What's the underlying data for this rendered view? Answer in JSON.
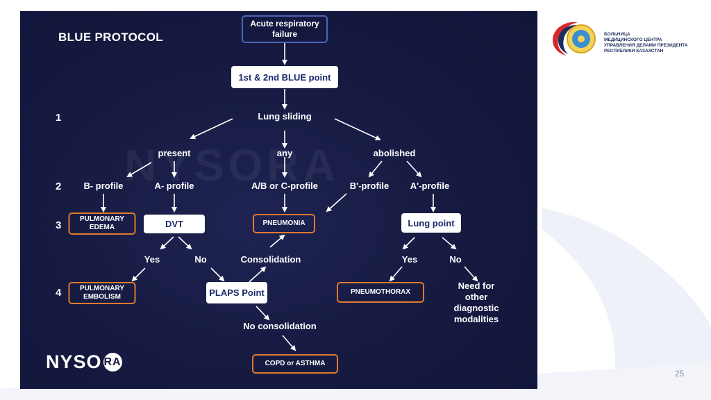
{
  "slide": {
    "title": "BLUE PROTOCOL",
    "watermark": "NYSORA",
    "step_numbers": [
      "1",
      "2",
      "3",
      "4"
    ],
    "nodes": {
      "acute": "Acute respiratory\nfailure",
      "blue_point": "1st & 2nd BLUE point",
      "lung_sliding": "Lung sliding",
      "present": "present",
      "any": "any",
      "abolished": "abolished",
      "b_profile": "B- profile",
      "a_profile": "A- profile",
      "ab_c_profile": "A/B or C-profile",
      "b_prime_profile": "B'-profile",
      "a_prime_profile": "A'-profile",
      "pulmonary_edema": "PULMONARY\nEDEMA",
      "dvt": "DVT",
      "pneumonia": "PNEUMONIA",
      "lung_point": "Lung point",
      "yes_left": "Yes",
      "no_left": "No",
      "consolidation": "Consolidation",
      "yes_right": "Yes",
      "no_right": "No",
      "pulmonary_embolism": "PULMONARY\nEMBOLISM",
      "plaps_point": "PLAPS Point",
      "pneumothorax": "PNEUMOTHORAX",
      "need_other": "Need for other\ndiagnostic\nmodalities",
      "no_consolidation": "No consolidation",
      "copd_asthma": "COPD or ASTHMA"
    },
    "logo": {
      "text_before": "NYSO",
      "ring_text": "RA",
      "after": ""
    }
  },
  "hospital": {
    "lines": [
      "БОЛЬНИЦА",
      "МЕДИЦИНСКОГО ЦЕНТРА",
      "УПРАВЛЕНИЯ ДЕЛАМИ ПРЕЗИДЕНТА",
      "РЕСПУБЛИКИ КАЗАХСТАН"
    ],
    "colors": {
      "red": "#d42a2a",
      "blue": "#1c2d5e",
      "gold": "#d9a21c"
    }
  },
  "page_number": "25",
  "colors": {
    "slide_bg": "#161a40",
    "orange_border": "#e07a2e",
    "navy_border": "#4a66b8",
    "white_box_text": "#1a2a6a"
  }
}
